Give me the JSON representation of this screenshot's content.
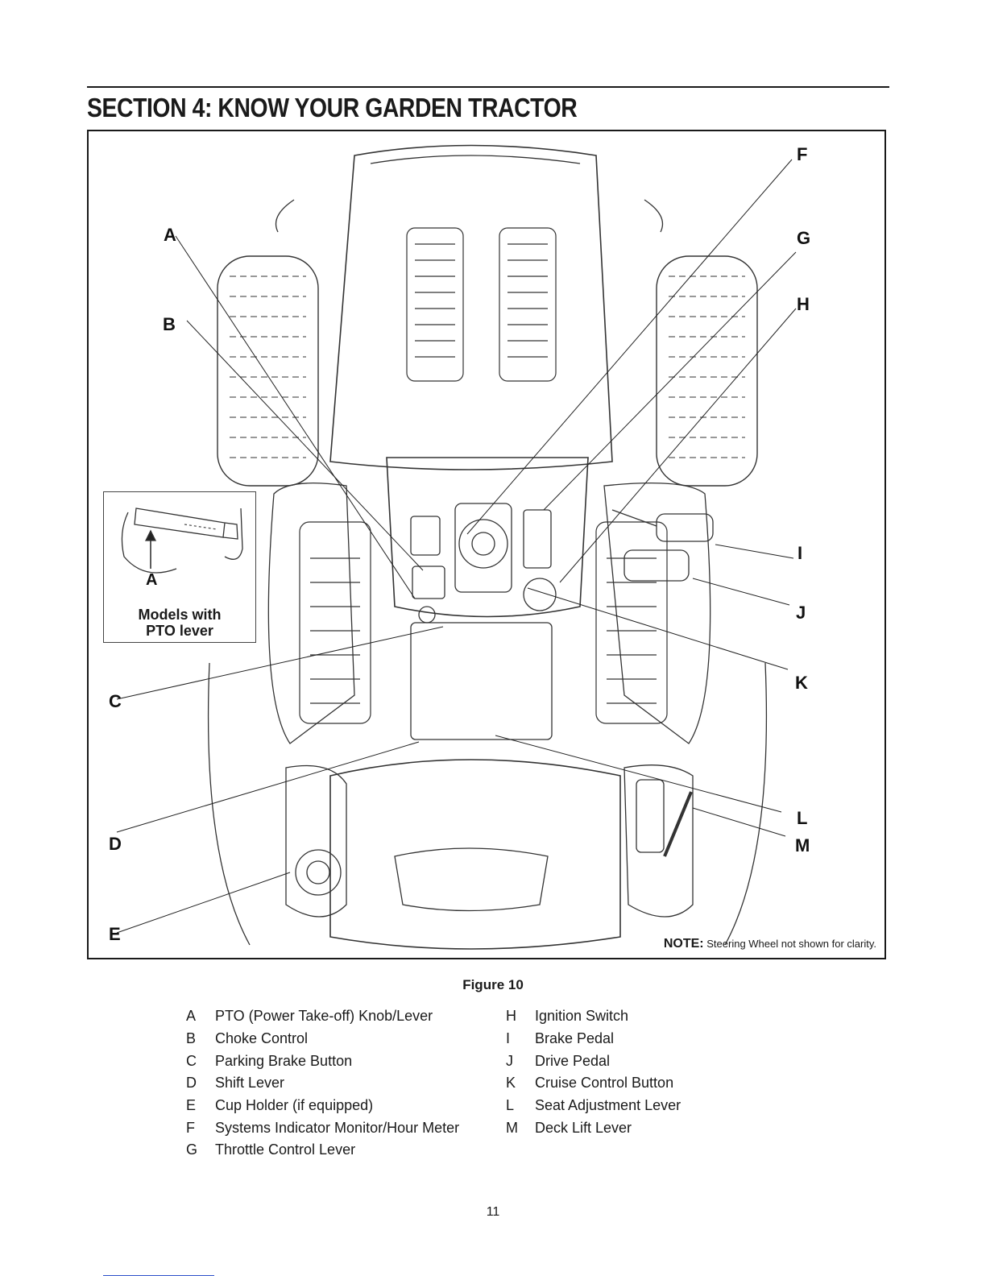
{
  "header": {
    "title": "SECTION 4: KNOW YOUR GARDEN TRACTOR"
  },
  "figure": {
    "callouts": [
      "A",
      "B",
      "C",
      "D",
      "E",
      "F",
      "G",
      "H",
      "I",
      "J",
      "K",
      "L",
      "M"
    ],
    "inset": {
      "label": "A",
      "caption_line1": "Models with",
      "caption_line2": "PTO lever"
    },
    "note": {
      "label": "NOTE:",
      "text": "Steering Wheel not shown for clarity."
    },
    "caption": "Figure 10"
  },
  "legend": {
    "left": [
      {
        "key": "A",
        "label": "PTO (Power Take-off) Knob/Lever"
      },
      {
        "key": "B",
        "label": "Choke Control"
      },
      {
        "key": "C",
        "label": "Parking Brake Button"
      },
      {
        "key": "D",
        "label": "Shift Lever"
      },
      {
        "key": "E",
        "label": "Cup Holder (if equipped)"
      },
      {
        "key": "F",
        "label": "Systems Indicator Monitor/Hour Meter"
      },
      {
        "key": "G",
        "label": "Throttle Control Lever"
      }
    ],
    "right": [
      {
        "key": "H",
        "label": "Ignition Switch"
      },
      {
        "key": "I",
        "label": "Brake Pedal"
      },
      {
        "key": "J",
        "label": "Drive Pedal"
      },
      {
        "key": "K",
        "label": "Cruise Control Button"
      },
      {
        "key": "L",
        "label": "Seat Adjustment Lever"
      },
      {
        "key": "M",
        "label": "Deck Lift Lever"
      }
    ]
  },
  "page_number": "11"
}
